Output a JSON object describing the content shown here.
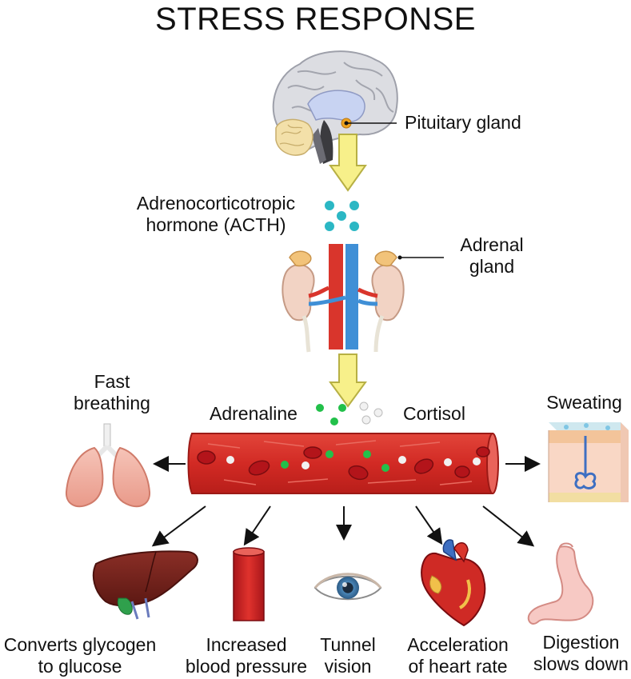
{
  "title": "STRESS RESPONSE",
  "labels": {
    "pituitary": "Pituitary gland",
    "acth_line1": "Adrenocorticotropic",
    "acth_line2": "hormone (ACTH)",
    "adrenal_line1": "Adrenal",
    "adrenal_line2": "gland",
    "adrenaline": "Adrenaline",
    "cortisol": "Cortisol",
    "breathing_line1": "Fast",
    "breathing_line2": "breathing",
    "sweating": "Sweating"
  },
  "effects": [
    {
      "line1": "Converts glycogen",
      "line2": "to glucose",
      "icon": "liver-icon"
    },
    {
      "line1": "Increased",
      "line2": "blood pressure",
      "icon": "blood-vessel-icon"
    },
    {
      "line1": "Tunnel",
      "line2": "vision",
      "icon": "eye-icon"
    },
    {
      "line1": "Acceleration",
      "line2": "of heart rate",
      "icon": "heart-icon"
    },
    {
      "line1": "Digestion",
      "line2": "slows down",
      "icon": "stomach-icon"
    }
  ],
  "colors": {
    "arrow_fill": "#f7f08a",
    "arrow_stroke": "#b7b044",
    "acth": "#2bb7c4",
    "adrenaline": "#22c04a",
    "cortisol": "#ffffff",
    "vessel": "#d4302b",
    "rbc": "#b3141a",
    "artery": "#d9352c",
    "vein": "#3f8fd6"
  }
}
